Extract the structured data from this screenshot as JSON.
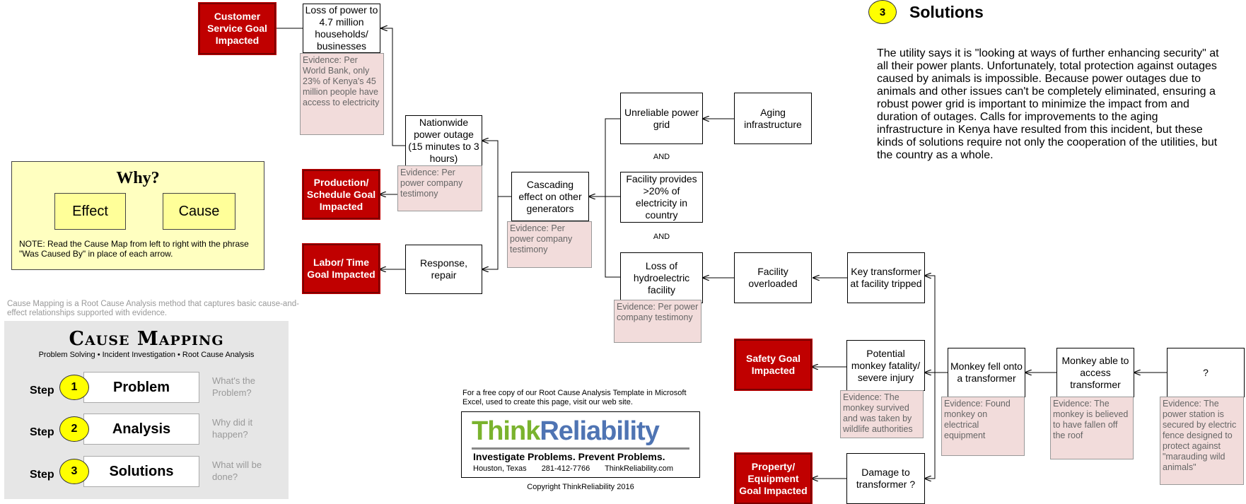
{
  "nodes": {
    "loss_power": "Loss of power to 4.7 million households/ businesses",
    "nationwide": "Nationwide power outage (15 minutes to 3 hours)",
    "response": "Response, repair",
    "cascading": "Cascading effect on other generators",
    "unreliable": "Unreliable power grid",
    "aging": "Aging infrastructure",
    "facility_provides": "Facility provides >20% of electricity in country",
    "loss_hydro": "Loss of hydroelectric facility",
    "facility_overloaded": "Facility overloaded",
    "key_transformer": "Key transformer at facility tripped",
    "monkey_fatality": "Potential monkey fatality/ severe injury",
    "monkey_fell": "Monkey fell onto a transformer",
    "monkey_access": "Monkey able to access transformer",
    "unknown": "?",
    "damage": "Damage to transformer ?",
    "and_1": "AND",
    "and_2": "AND"
  },
  "goals": {
    "customer": "Customer Service Goal Impacted",
    "production": "Production/ Schedule Goal Impacted",
    "labor": "Labor/ Time Goal Impacted",
    "safety": "Safety Goal Impacted",
    "property": "Property/ Equipment Goal Impacted"
  },
  "evidence": {
    "loss_power": "Evidence: Per World Bank, only 23% of Kenya's 45 million people have access to electricity",
    "nationwide": "Evidence: Per power company testimony",
    "cascading": "Evidence: Per power company testimony",
    "loss_hydro": "Evidence: Per power company testimony",
    "monkey_fatality": "Evidence: The monkey survived and was taken by wildlife authorities",
    "monkey_fell": "Evidence: Found monkey on electrical equipment",
    "monkey_access": "Evidence: The monkey is believed to have fallen off the roof",
    "unknown": "Evidence: The power station is secured by electric fence designed to protect against \"marauding wild animals\""
  },
  "legend": {
    "title": "Why?",
    "effect": "Effect",
    "cause": "Cause",
    "note": "NOTE:  Read the Cause Map from left to right with the phrase \"Was Caused By\" in place of each arrow."
  },
  "method": {
    "caption": "Cause Mapping is a Root Cause Analysis method that captures basic cause-and-effect relationships supported with evidence.",
    "title": "Cause Mapping",
    "subtitle": "Problem Solving • Incident Investigation • Root Cause Analysis",
    "step_word": "Step",
    "steps": [
      {
        "num": "1",
        "label": "Problem",
        "question": "What's the Problem?"
      },
      {
        "num": "2",
        "label": "Analysis",
        "question": "Why did it happen?"
      },
      {
        "num": "3",
        "label": "Solutions",
        "question": "What will be done?"
      }
    ]
  },
  "solutions": {
    "number": "3",
    "title": "Solutions",
    "text": "The utility says it is \"looking at ways of further enhancing security\" at all their power plants.  Unfortunately, total protection against outages caused by animals is impossible.  Because power outages due to animals and other issues can't be completely eliminated, ensuring a robust power grid is important to minimize the impact from and duration of outages.  Calls for improvements to the aging infrastructure in Kenya have resulted from this incident, but these kinds of solutions require not only the cooperation of the utilities, but the country as a whole."
  },
  "promo": {
    "caption": "For a free copy of our Root Cause Analysis Template in Microsoft Excel, used to create this page, visit our web site.",
    "logo_think": "Think",
    "logo_reliability": "Reliability",
    "tagline": "Investigate Problems. Prevent Problems.",
    "city": "Houston, Texas",
    "phone": "281-412-7766",
    "website": "ThinkReliability.com",
    "copyright": "Copyright ThinkReliability 2016"
  },
  "colors": {
    "goal_red": "#c00000",
    "evidence_pink": "#f2dcdb",
    "legend_yellow": "#ffffc0",
    "step_yellow": "#ffff00",
    "logo_green": "#7ab32e",
    "logo_blue": "#4f74b3"
  }
}
